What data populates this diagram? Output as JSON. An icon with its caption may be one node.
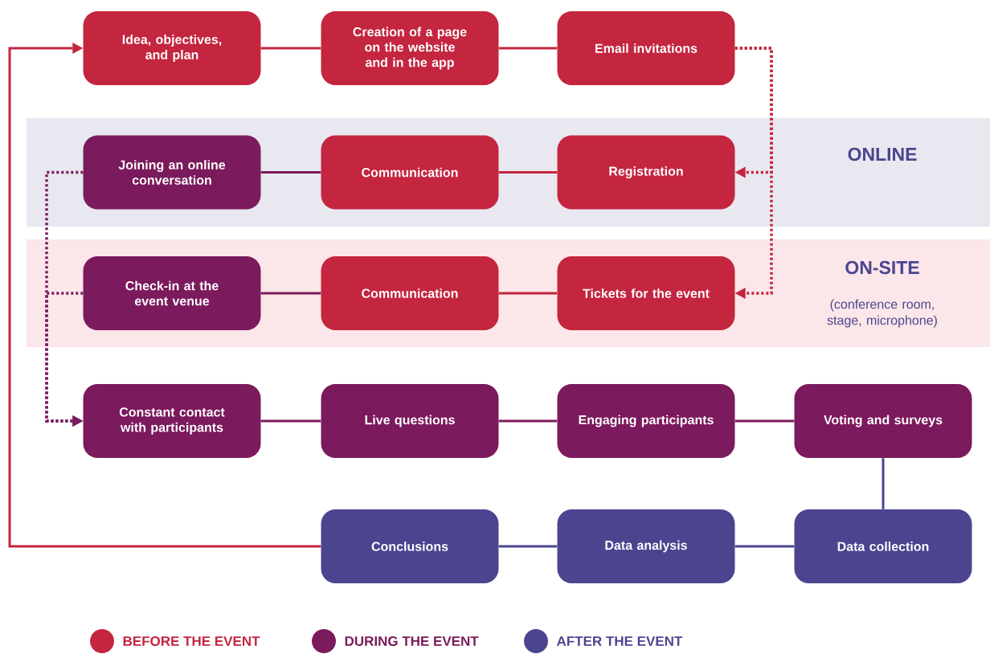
{
  "diagram": {
    "nodes": [
      {
        "text": [
          "Idea, objectives, and plan"
        ]
      },
      {
        "text": [
          "Creation of a page on the website and in the app"
        ]
      },
      {
        "text": [
          "Email invitations"
        ]
      },
      {
        "text": [
          "ONLINE"
        ]
      },
      {
        "text": [
          "Joining an online conversation"
        ],
        "in": 3
      },
      {
        "text": [
          "Communication"
        ],
        "in": 3
      },
      {
        "text": [
          "Registration"
        ],
        "in": 3
      },
      {
        "text": [
          "ON-SITE",
          "(conference room, stage, microphone)"
        ]
      },
      {
        "text": [
          "Check-in at the event venue"
        ],
        "in": 7
      },
      {
        "text": [
          "Communication"
        ],
        "in": 7
      },
      {
        "text": [
          "Tickets for the event"
        ],
        "in": 7
      },
      {
        "text": [
          "Constant contact with participants"
        ]
      },
      {
        "text": [
          "Live questions"
        ]
      },
      {
        "text": [
          "Engaging participants"
        ]
      },
      {
        "text": [
          "Voting and surveys"
        ]
      },
      {
        "text": [
          "Conclusions"
        ]
      },
      {
        "text": [
          "Data analysis"
        ]
      },
      {
        "text": [
          "Data collection"
        ]
      }
    ],
    "edges": [
      {
        "from": 0,
        "to": 1,
        "arrow": "none",
        "color": "#c4253f"
      },
      {
        "from": 1,
        "to": 2,
        "arrow": "none",
        "color": "#c4253f"
      },
      {
        "from": 2,
        "to": 6,
        "arrow": "to",
        "style": "dashed",
        "color": "#c4253f"
      },
      {
        "from": 2,
        "to": 10,
        "arrow": "to",
        "style": "dashed",
        "color": "#c4253f"
      },
      {
        "from": 6,
        "to": 5,
        "arrow": "none",
        "color": "#c4253f"
      },
      {
        "from": 5,
        "to": 4,
        "arrow": "none",
        "color": "#7b1a5c"
      },
      {
        "from": 10,
        "to": 9,
        "arrow": "none",
        "color": "#c4253f"
      },
      {
        "from": 9,
        "to": 8,
        "arrow": "none",
        "color": "#7b1a5c"
      },
      {
        "from": 4,
        "to": 11,
        "arrow": "to",
        "style": "dashed",
        "color": "#7b1a5c"
      },
      {
        "from": 8,
        "to": 11,
        "arrow": "to",
        "style": "dashed",
        "color": "#7b1a5c"
      },
      {
        "from": 11,
        "to": 12,
        "arrow": "none",
        "color": "#7b1a5c"
      },
      {
        "from": 12,
        "to": 13,
        "arrow": "none",
        "color": "#7b1a5c"
      },
      {
        "from": 13,
        "to": 14,
        "arrow": "none",
        "color": "#7b1a5c"
      },
      {
        "from": 14,
        "to": 17,
        "arrow": "none",
        "color": "#4b4590"
      },
      {
        "from": 17,
        "to": 16,
        "arrow": "none",
        "color": "#4b4590"
      },
      {
        "from": 16,
        "to": 15,
        "arrow": "none",
        "color": "#4b4590"
      },
      {
        "from": 15,
        "to": 0,
        "arrow": "to",
        "color": "#c4253f"
      }
    ],
    "legend": [
      {
        "text": "BEFORE THE EVENT",
        "color": "#c4253f"
      },
      {
        "text": "DURING THE EVENT",
        "color": "#7b1a5c"
      },
      {
        "text": "AFTER THE EVENT",
        "color": "#4b4590"
      }
    ]
  }
}
